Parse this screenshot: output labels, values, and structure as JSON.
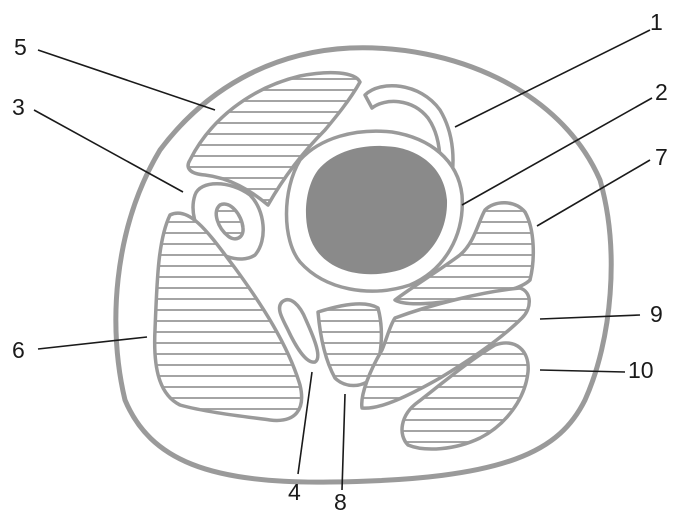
{
  "colors": {
    "outline": "#9a9a9a",
    "bone": "#8a8a8a",
    "hatch": "#9a9a9a",
    "text": "#1a1a1a",
    "background": "#ffffff"
  },
  "labels": {
    "l1": "1",
    "l2": "2",
    "l3": "3",
    "l4": "4",
    "l5": "5",
    "l6": "6",
    "l7": "7",
    "l8": "8",
    "l9": "9",
    "l10": "10"
  }
}
